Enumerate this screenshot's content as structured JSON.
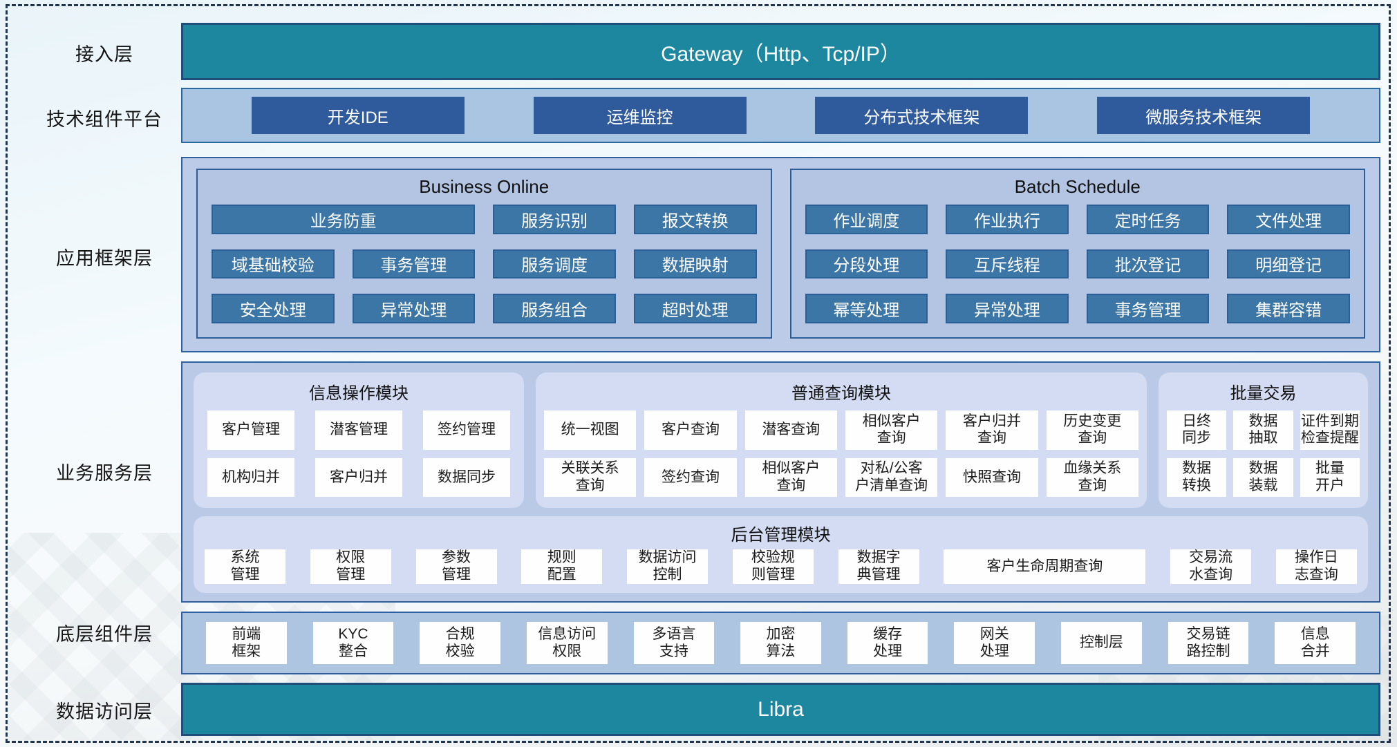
{
  "colors": {
    "teal_bar": "#1E87A0",
    "teal_border": "#1F4E7A",
    "dark_blue_box": "#2F5A9C",
    "steel_blue_box": "#3B76A6",
    "container_blue": "#B9C9E6",
    "subpanel_blue": "#B3C5E2",
    "panel_lavender": "#D3DCF2",
    "border_navy": "#2E5F9E",
    "white_box": "#FEFEFE",
    "frame_dash": "#22364F"
  },
  "access": {
    "side_label": "接入层",
    "gateway_label": "Gateway（Http、Tcp/IP）"
  },
  "tech": {
    "side_label": "技术组件平台",
    "items": [
      {
        "label": "开发IDE"
      },
      {
        "label": "运维监控"
      },
      {
        "label": "分布式技术框架"
      },
      {
        "label": "微服务技术框架"
      }
    ]
  },
  "app": {
    "side_label": "应用框架层",
    "panels": [
      {
        "title": "Business Online",
        "boxes": [
          {
            "label": "业务防重",
            "span": 2
          },
          {
            "label": "服务识别"
          },
          {
            "label": "报文转换"
          },
          {
            "label": "域基础校验"
          },
          {
            "label": "事务管理"
          },
          {
            "label": "服务调度"
          },
          {
            "label": "数据映射"
          },
          {
            "label": "安全处理"
          },
          {
            "label": "异常处理"
          },
          {
            "label": "服务组合"
          },
          {
            "label": "超时处理"
          }
        ]
      },
      {
        "title": "Batch Schedule",
        "boxes": [
          {
            "label": "作业调度"
          },
          {
            "label": "作业执行"
          },
          {
            "label": "定时任务"
          },
          {
            "label": "文件处理"
          },
          {
            "label": "分段处理"
          },
          {
            "label": "互斥线程"
          },
          {
            "label": "批次登记"
          },
          {
            "label": "明细登记"
          },
          {
            "label": "幂等处理"
          },
          {
            "label": "异常处理"
          },
          {
            "label": "事务管理"
          },
          {
            "label": "集群容错"
          }
        ]
      }
    ]
  },
  "svc": {
    "side_label": "业务服务层",
    "panels": [
      {
        "title": "信息操作模块",
        "boxes": [
          {
            "label": "客户管理"
          },
          {
            "label": "潜客管理"
          },
          {
            "label": "签约管理"
          },
          {
            "label": "机构归并"
          },
          {
            "label": "客户归并"
          },
          {
            "label": "数据同步"
          }
        ]
      },
      {
        "title": "普通查询模块",
        "boxes": [
          {
            "label": "统一视图"
          },
          {
            "label": "客户查询"
          },
          {
            "label": "潜客查询"
          },
          {
            "label": "相似客户\n查询"
          },
          {
            "label": "客户归并\n查询"
          },
          {
            "label": "历史变更\n查询"
          },
          {
            "label": "关联关系\n查询"
          },
          {
            "label": "签约查询"
          },
          {
            "label": "相似客户\n查询"
          },
          {
            "label": "对私/公客\n户清单查询"
          },
          {
            "label": "快照查询"
          },
          {
            "label": "血缘关系\n查询"
          }
        ]
      },
      {
        "title": "批量交易",
        "boxes": [
          {
            "label": "日终\n同步"
          },
          {
            "label": "数据\n抽取"
          },
          {
            "label": "证件到期\n检查提醒"
          },
          {
            "label": "数据\n转换"
          },
          {
            "label": "数据\n装载"
          },
          {
            "label": "批量\n开户"
          }
        ]
      }
    ],
    "admin": {
      "title": "后台管理模块",
      "boxes": [
        {
          "label": "系统\n管理"
        },
        {
          "label": "权限\n管理"
        },
        {
          "label": "参数\n管理"
        },
        {
          "label": "规则\n配置"
        },
        {
          "label": "数据访问\n控制"
        },
        {
          "label": "校验规\n则管理"
        },
        {
          "label": "数据字\n典管理"
        },
        {
          "label": "客户生命周期查询",
          "cls": "wide"
        },
        {
          "label": "交易流\n水查询"
        },
        {
          "label": "操作日\n志查询"
        }
      ]
    }
  },
  "base": {
    "side_label": "底层组件层",
    "boxes": [
      {
        "label": "前端\n框架"
      },
      {
        "label": "KYC\n整合"
      },
      {
        "label": "合规\n校验"
      },
      {
        "label": "信息访问\n权限"
      },
      {
        "label": "多语言\n支持"
      },
      {
        "label": "加密\n算法"
      },
      {
        "label": "缓存\n处理"
      },
      {
        "label": "网关\n处理"
      },
      {
        "label": "控制层"
      },
      {
        "label": "交易链\n路控制"
      },
      {
        "label": "信息\n合并"
      }
    ]
  },
  "data_access": {
    "side_label": "数据访问层",
    "bar_label": "Libra"
  }
}
